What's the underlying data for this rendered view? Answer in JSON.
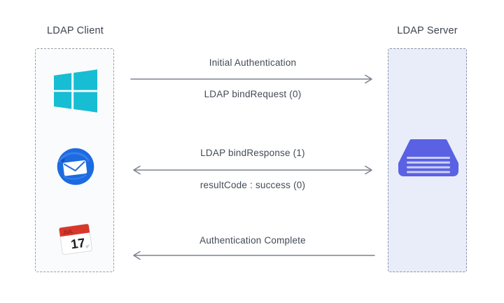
{
  "diagram": {
    "title_context": "LDAP authentication sequence diagram",
    "client": {
      "title": "LDAP Client",
      "icons": [
        "windows-icon",
        "thunderbird-icon",
        "calendar-icon"
      ],
      "calendar": {
        "month": "JUL",
        "day": "17"
      }
    },
    "server": {
      "title": "LDAP Server",
      "icons": [
        "server-icon"
      ]
    },
    "messages": [
      {
        "direction": "right",
        "line1": "Initial Authentication",
        "line2": "LDAP bindRequest (0)"
      },
      {
        "direction": "both",
        "line1": "LDAP bindResponse (1)",
        "line2": "resultCode : success (0)"
      },
      {
        "direction": "left",
        "line1": "Authentication Complete",
        "line2": ""
      }
    ],
    "colors": {
      "background": "#ffffff",
      "client_box_fill": "#fafbfc",
      "server_box_fill": "#e9edfa",
      "dashed_border": "#979da8",
      "arrow": "#7b8290",
      "text": "#3d4450",
      "windows_cyan": "#17bdd3",
      "thunderbird_blue": "#1d6be0",
      "calendar_red": "#d8372b",
      "server_indigo": "#5a61e2"
    }
  }
}
